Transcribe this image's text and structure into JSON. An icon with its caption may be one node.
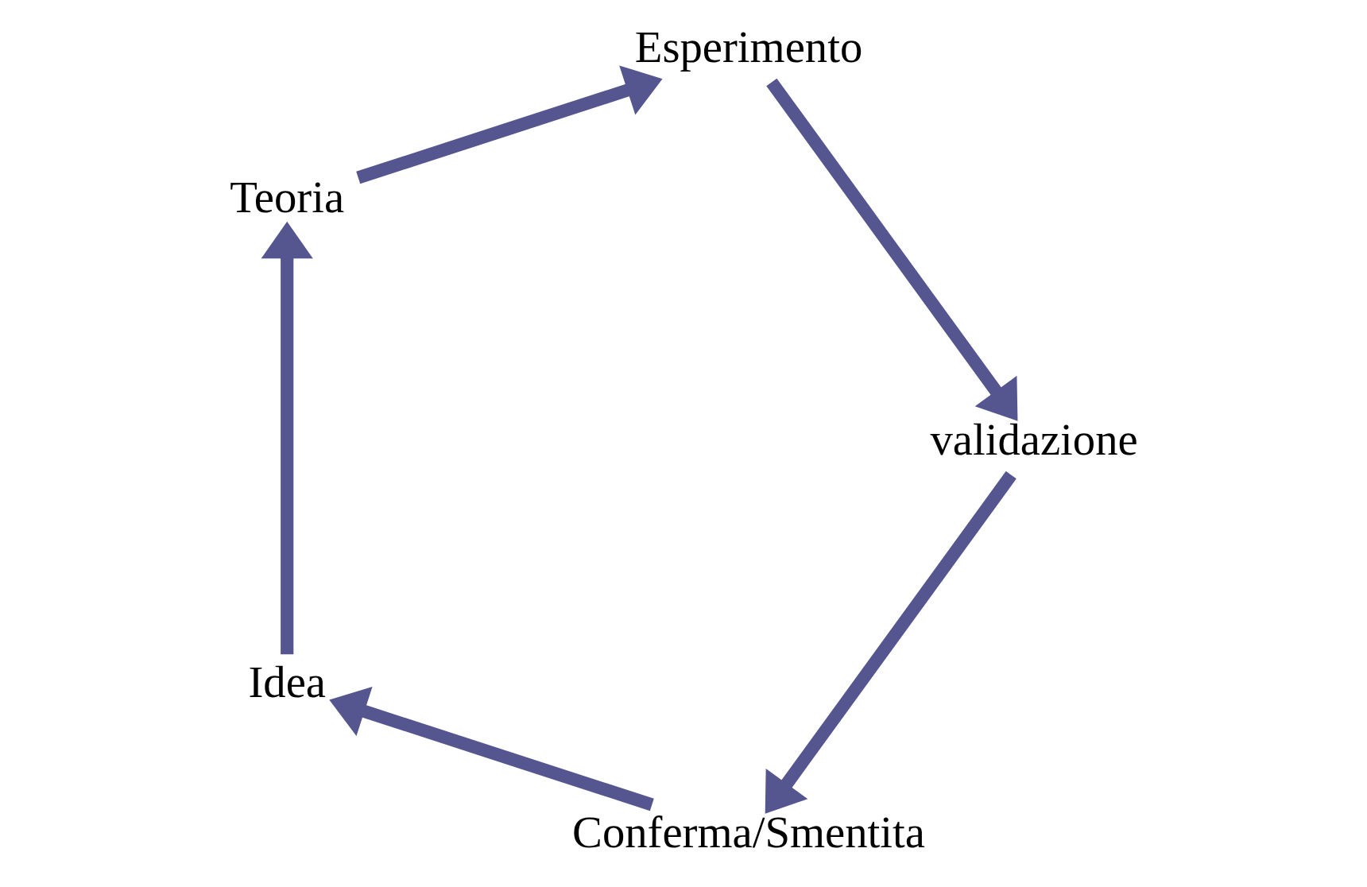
{
  "diagram": {
    "nodes": [
      {
        "text": [
          "Idea"
        ]
      },
      {
        "text": [
          "Teoria"
        ]
      },
      {
        "text": [
          "Esperimento"
        ]
      },
      {
        "text": [
          "validazione"
        ]
      },
      {
        "text": [
          "Conferma/Smentita"
        ]
      }
    ],
    "edges": [
      {
        "from": 0,
        "to": 1,
        "arrow": "to"
      },
      {
        "from": 1,
        "to": 2,
        "arrow": "to"
      },
      {
        "from": 2,
        "to": 3,
        "arrow": "to"
      },
      {
        "from": 3,
        "to": 4,
        "arrow": "to"
      },
      {
        "from": 4,
        "to": 0,
        "arrow": "to"
      }
    ]
  }
}
